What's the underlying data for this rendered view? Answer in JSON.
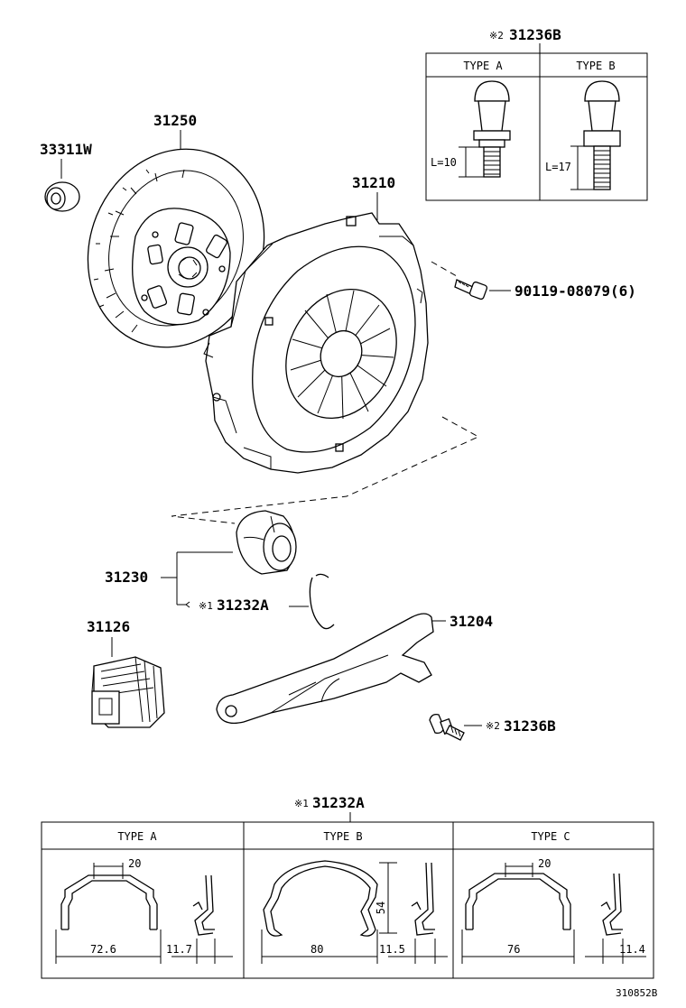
{
  "part_labels": {
    "p33311w": "33311W",
    "p31250": "31250",
    "p31210": "31210",
    "p90119": "90119-08079(6)",
    "p31230": "31230",
    "p31232a": "31232A",
    "p31126": "31126",
    "p31204": "31204",
    "p31236b": "31236B"
  },
  "marks": {
    "m1": "※1",
    "m2": "※2"
  },
  "inset_31236b": {
    "title": "31236B",
    "type_a": "TYPE A",
    "type_b": "TYPE B",
    "len_a": "L=10",
    "len_b": "L=17"
  },
  "table_31232a": {
    "title": "31232A",
    "type_a": "TYPE A",
    "type_b": "TYPE B",
    "type_c": "TYPE C",
    "a_top": "20",
    "a_width": "72.6",
    "a_depth": "11.7",
    "b_height": "54",
    "b_width": "80",
    "b_depth": "11.5",
    "c_top": "20",
    "c_width": "76",
    "c_depth": "11.4"
  },
  "footer": {
    "code": "310852B"
  },
  "icons": [
    "pilot-bearing-icon",
    "clutch-disc-icon",
    "pressure-plate-icon",
    "bolt-icon",
    "release-bearing-icon",
    "hub-clip-icon",
    "boot-icon",
    "release-fork-icon",
    "stud-icon"
  ]
}
